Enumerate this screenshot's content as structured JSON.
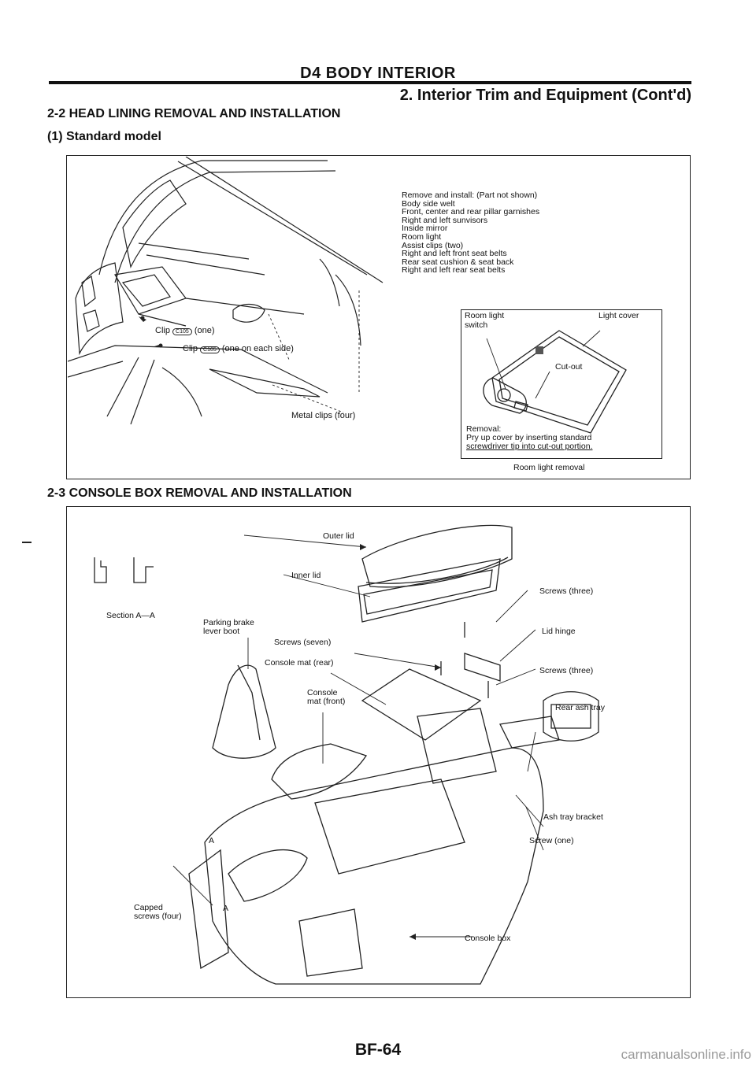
{
  "header": {
    "section": "D4 BODY INTERIOR",
    "subtitle": "2. Interior Trim and Equipment (Cont'd)"
  },
  "section_2_2": {
    "title": "2-2 HEAD LINING REMOVAL AND INSTALLATION",
    "subtitle": "(1) Standard model",
    "remove_list": [
      "Remove and install: (Part not shown)",
      "Body side welt",
      "Front, center and rear pillar garnishes",
      "Right and left sunvisors",
      "Inside mirror",
      "Room light",
      "Assist clips (two)",
      "Right and left front seat belts",
      "Rear seat cushion & seat back",
      "Right and left rear seat belts"
    ],
    "labels": {
      "clip_one": "Clip",
      "clip_one_qty": "(one)",
      "clip_each": "Clip",
      "clip_each_qty": "(one on each side)",
      "clip_code": "C105",
      "metal_clips": "Metal clips (four)"
    },
    "inset": {
      "room_light_switch_1": "Room light",
      "room_light_switch_2": "switch",
      "light_cover": "Light cover",
      "cut_out": "Cut-out",
      "removal_1": "Removal:",
      "removal_2": "Pry up cover by inserting standard",
      "removal_3": "screwdriver tip into cut-out portion.",
      "caption": "Room light removal"
    }
  },
  "section_2_3": {
    "title": "2-3 CONSOLE BOX REMOVAL AND INSTALLATION",
    "labels": {
      "outer_lid": "Outer lid",
      "inner_lid": "Inner lid",
      "section_aa": "Section A—A",
      "parking_brake_1": "Parking brake",
      "parking_brake_2": "lever boot",
      "screws_seven": "Screws (seven)",
      "console_mat_rear": "Console mat (rear)",
      "console_mat_front_1": "Console",
      "console_mat_front_2": "mat (front)",
      "screws_three_1": "Screws (three)",
      "lid_hinge": "Lid hinge",
      "screws_three_2": "Screws (three)",
      "rear_ash_tray": "Rear ash tray",
      "ash_tray_bracket": "Ash tray bracket",
      "screw_one": "Screw (one)",
      "capped_1": "Capped",
      "capped_2": "screws (four)",
      "console_box": "Console box",
      "marker_a": "A"
    }
  },
  "footer": {
    "page_number": "BF-64",
    "watermark": "carmanualsonline.info"
  }
}
